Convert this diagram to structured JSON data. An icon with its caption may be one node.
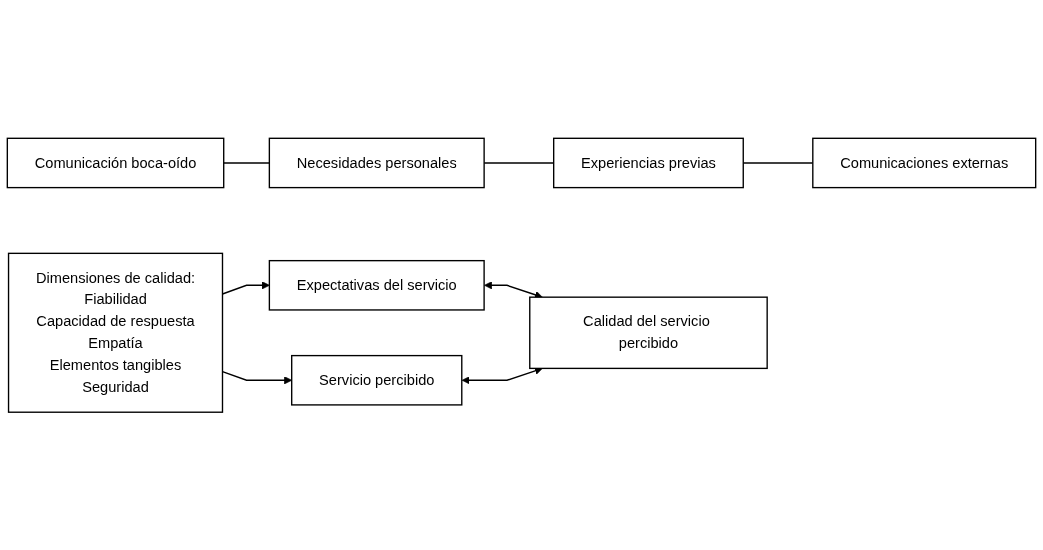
{
  "diagram": {
    "nodes": [
      {
        "text": [
          "Comunicación boca-oído"
        ]
      },
      {
        "text": [
          "Necesidades personales"
        ]
      },
      {
        "text": [
          "Experiencias previas"
        ]
      },
      {
        "text": [
          "Comunicaciones externas"
        ]
      },
      {
        "text": [
          "Dimensiones de calidad:",
          "Fiabilidad",
          "Capacidad de respuesta",
          "Empatía",
          "Elementos tangibles",
          "Seguridad"
        ]
      },
      {
        "text": [
          "Expectativas del servicio"
        ]
      },
      {
        "text": [
          "Servicio percibido"
        ]
      },
      {
        "text": [
          "Calidad del servicio percibido"
        ]
      }
    ],
    "edges": [
      {
        "from": 0,
        "to": 1,
        "arrow": "none"
      },
      {
        "from": 1,
        "to": 2,
        "arrow": "none"
      },
      {
        "from": 2,
        "to": 3,
        "arrow": "none"
      },
      {
        "from": 4,
        "to": 5,
        "arrow": "to"
      },
      {
        "from": 4,
        "to": 6,
        "arrow": "to"
      },
      {
        "from": 5,
        "to": 7,
        "arrow": "both"
      },
      {
        "from": 6,
        "to": 7,
        "arrow": "both"
      }
    ]
  }
}
